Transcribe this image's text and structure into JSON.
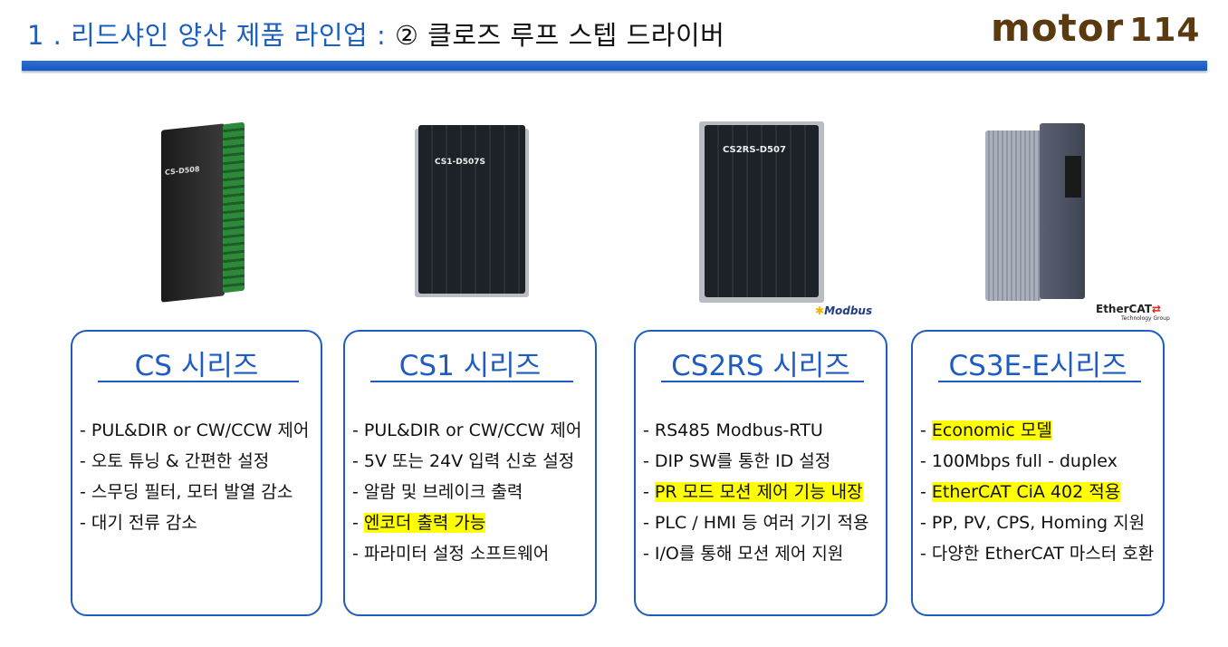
{
  "header": {
    "title_blue": "1 . 리드샤인 양산 제품 라인업 :",
    "title_black": "② 클로즈 루프 스텝 드라이버",
    "logo": "motor",
    "logo_num": "114"
  },
  "products": [
    {
      "label": "CS-D508"
    },
    {
      "label": "CS1-D507S"
    },
    {
      "label": "CS2RS-D507"
    },
    {
      "label": ""
    }
  ],
  "badges": {
    "modbus": "Modbus",
    "ethercat": "EtherCAT",
    "ethercat_sub": "Technology Group"
  },
  "cards": [
    {
      "title": "CS 시리즈",
      "items": [
        {
          "prefix": "- ",
          "text": "PUL&DIR or CW/CCW 제어",
          "highlight": false
        },
        {
          "prefix": "- ",
          "text": "오토 튜닝 & 간편한 설정",
          "highlight": false
        },
        {
          "prefix": "- ",
          "text": "스무딩 필터, 모터 발열 감소",
          "highlight": false
        },
        {
          "prefix": "- ",
          "text": "대기 전류 감소",
          "highlight": false
        }
      ]
    },
    {
      "title": "CS1 시리즈",
      "items": [
        {
          "prefix": "- ",
          "text": "PUL&DIR or CW/CCW 제어",
          "highlight": false
        },
        {
          "prefix": "- ",
          "text": "5V 또는 24V 입력 신호 설정",
          "highlight": false
        },
        {
          "prefix": "- ",
          "text": "알람 및 브레이크 출력",
          "highlight": false
        },
        {
          "prefix": "- ",
          "text": "엔코더 출력 가능",
          "highlight": true
        },
        {
          "prefix": "- ",
          "text": "파라미터 설정 소프트웨어",
          "highlight": false
        }
      ]
    },
    {
      "title": "CS2RS 시리즈",
      "items": [
        {
          "prefix": "- ",
          "text": "RS485 Modbus-RTU",
          "highlight": false
        },
        {
          "prefix": "- ",
          "text": "DIP SW를 통한 ID 설정",
          "highlight": false
        },
        {
          "prefix": "- ",
          "text": "PR 모드 모션 제어 기능 내장",
          "highlight": true
        },
        {
          "prefix": "- ",
          "text": "PLC / HMI 등 여러 기기 적용",
          "highlight": false
        },
        {
          "prefix": "- ",
          "text": "I/O를 통해 모션 제어 지원",
          "highlight": false
        }
      ]
    },
    {
      "title": "CS3E-E시리즈",
      "items": [
        {
          "prefix": "- ",
          "text": "Economic 모델",
          "highlight": true
        },
        {
          "prefix": "- ",
          "text": "100Mbps full - duplex",
          "highlight": false
        },
        {
          "prefix": "- ",
          "text": "EtherCAT CiA 402 적용",
          "highlight": true
        },
        {
          "prefix": "- ",
          "text": "PP, PV, CPS, Homing 지원",
          "highlight": false
        },
        {
          "prefix": "- ",
          "text": "다양한 EtherCAT 마스터 호환",
          "highlight": false
        }
      ]
    }
  ],
  "colors": {
    "accent": "#1f5cc2",
    "highlight": "#ffff00",
    "logo": "#5b3a10"
  }
}
